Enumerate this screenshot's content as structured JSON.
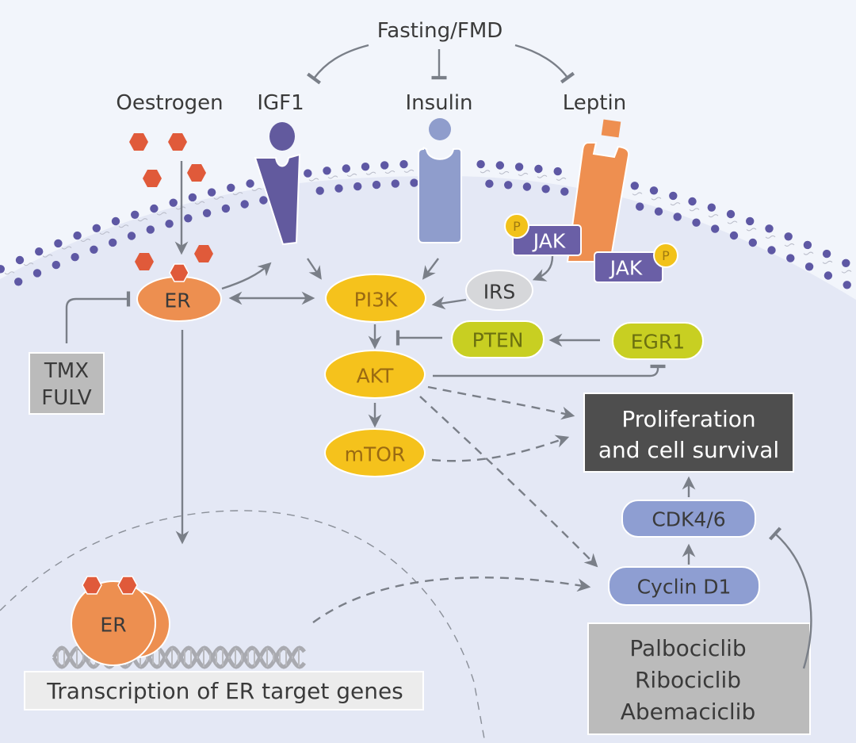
{
  "title": "Oestrogen receptor and growth factor signalling in breast cancer",
  "regulator": {
    "label": "Fasting/FMD"
  },
  "ligands": {
    "oestrogen": "Oestrogen",
    "igf1": "IGF1",
    "insulin": "Insulin",
    "leptin": "Leptin"
  },
  "nodes": {
    "er": "ER",
    "pi3k": "PI3K",
    "irs": "IRS",
    "akt": "AKT",
    "mtor": "mTOR",
    "pten": "PTEN",
    "egr1": "EGR1",
    "jak_left": "JAK",
    "jak_right": "JAK",
    "phospho": "P",
    "cdk46": "CDK4/6",
    "cyclin_d1": "Cyclin D1",
    "er_nuclear": "ER"
  },
  "drugs": {
    "endocrine": [
      "TMX",
      "FULV"
    ],
    "cdk_inhibitors": [
      "Palbociclib",
      "Ribociclib",
      "Abemaciclib"
    ]
  },
  "outcomes": {
    "proliferation": [
      "Proliferation",
      "and cell survival"
    ],
    "transcription": "Transcription of ER target genes"
  },
  "colors": {
    "background": "#f2f5fb",
    "cytoplasm": "#e4e8f5",
    "membrane_dots": "#5e58a4",
    "oestrogen_hex": "#e05a3a",
    "er": "#ed8f50",
    "igf1_receptor": "#625a9e",
    "insulin_receptor": "#8f9dcc",
    "leptin_receptor": "#ee8f50",
    "jak": "#6a5fa6",
    "phospho": "#f2c21a",
    "pi3k_akt_mtor": "#f5c21c",
    "pten_egr1": "#c8cf22",
    "irs": "#d6d7da",
    "cdk_cyclin": "#8e9ed2",
    "proliferation_box": "#4e4e4e",
    "drug_box": "#bbbbbb",
    "arrow": "#7a7f88"
  }
}
